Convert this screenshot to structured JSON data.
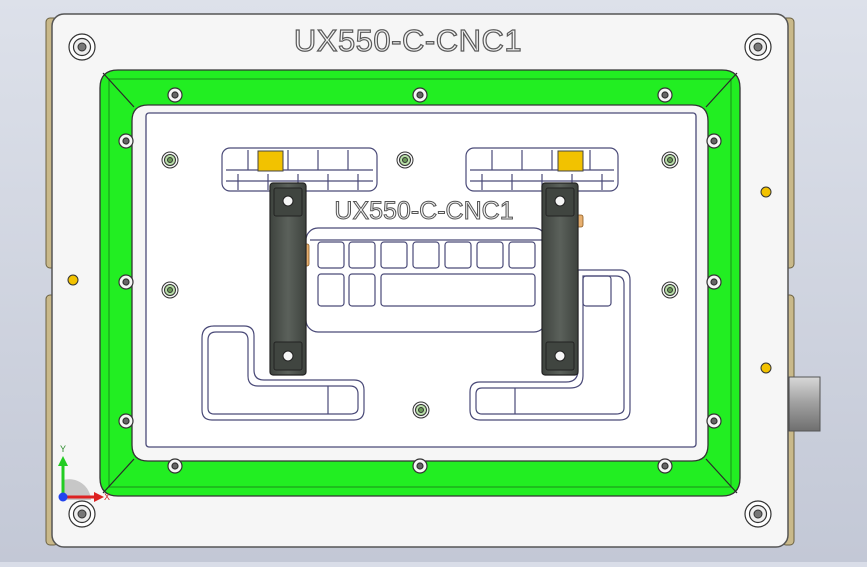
{
  "fixture": {
    "outer_label": "UX550-C-CNC1",
    "inner_label": "UX550-C-CNC1"
  },
  "triad": {
    "y_label": "Y",
    "x_label": "X"
  },
  "colors": {
    "background": "#cfd4e0",
    "plate": "#f6f6f6",
    "gasket": "#22ee22",
    "rail": "#c9b98a",
    "handle": "#4d524d",
    "pad": "#f2c200",
    "pin": "#b9e0a8",
    "outline": "#4a4a78",
    "connector": "#9a9a9a"
  }
}
